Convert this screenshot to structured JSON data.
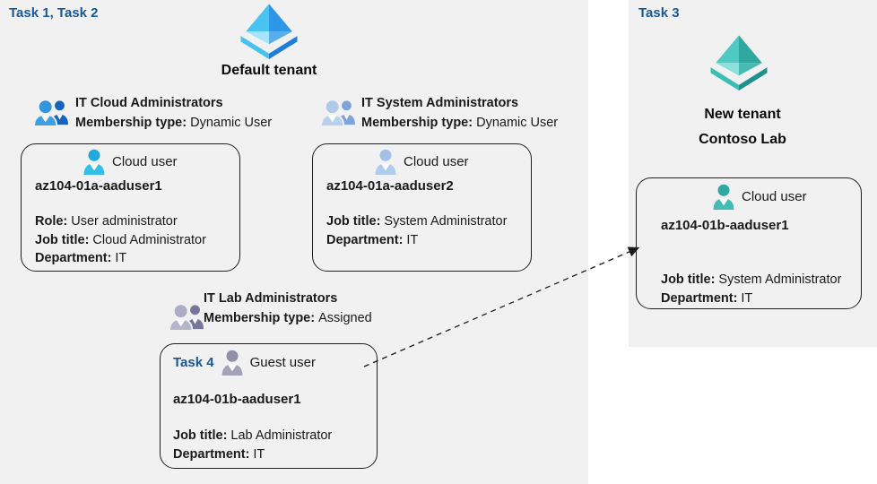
{
  "colors": {
    "task-label-color": "#1A5796",
    "panel-bg": "#F1F1F2",
    "ink": "#1A1A1A",
    "box-border": "#1F1F1F",
    "tenant-blue-accent": "#2E96E8",
    "tenant-teal-accent": "#2FA8A0",
    "cloud-user-icon": "#27B5E2",
    "steel-user-icon": "#A9C6E8",
    "guest-user-icon": "#9A9AB0",
    "teal-user-icon": "#3AAFA9"
  },
  "main": {
    "task_label": "Task 1, Task 2",
    "tenant": {
      "name": "Default tenant",
      "icon": "azure-ad-tenant-pyramid-blue"
    },
    "groups": [
      {
        "name": "IT Cloud Administrators",
        "membership_label": "Membership type:",
        "membership_value": "Dynamic User",
        "icon": "people-group-blue"
      },
      {
        "name": "IT System Administrators",
        "membership_label": "Membership type:",
        "membership_value": "Dynamic User",
        "icon": "people-group-steel"
      },
      {
        "name": "IT Lab Administrators",
        "membership_label": "Membership type:",
        "membership_value": "Assigned",
        "icon": "people-group-gray"
      }
    ],
    "users": [
      {
        "type_label": "Cloud user",
        "name": "az104-01a-aaduser1",
        "icon": "person-cyan",
        "fields": [
          {
            "label": "Role:",
            "value": "User administrator"
          },
          {
            "label": "Job title:",
            "value": "Cloud Administrator"
          },
          {
            "label": "Department:",
            "value": "IT"
          }
        ]
      },
      {
        "type_label": "Cloud user",
        "name": "az104-01a-aaduser2",
        "icon": "person-steel",
        "fields": [
          {
            "label": "Job title:",
            "value": "System Administrator"
          },
          {
            "label": "Department:",
            "value": "IT"
          }
        ]
      },
      {
        "task_label": "Task 4",
        "type_label": "Guest user",
        "name": "az104-01b-aaduser1",
        "icon": "person-gray",
        "fields": [
          {
            "label": "Job title:",
            "value": "Lab Administrator"
          },
          {
            "label": "Department:",
            "value": "IT"
          }
        ]
      }
    ]
  },
  "right": {
    "task_label": "Task 3",
    "tenant": {
      "line1": "New tenant",
      "line2": "Contoso Lab",
      "icon": "azure-ad-tenant-pyramid-teal"
    },
    "user": {
      "type_label": "Cloud user",
      "name": "az104-01b-aaduser1",
      "icon": "person-teal",
      "fields": [
        {
          "label": "Job title:",
          "value": "System Administrator"
        },
        {
          "label": "Department:",
          "value": "IT"
        }
      ]
    }
  }
}
